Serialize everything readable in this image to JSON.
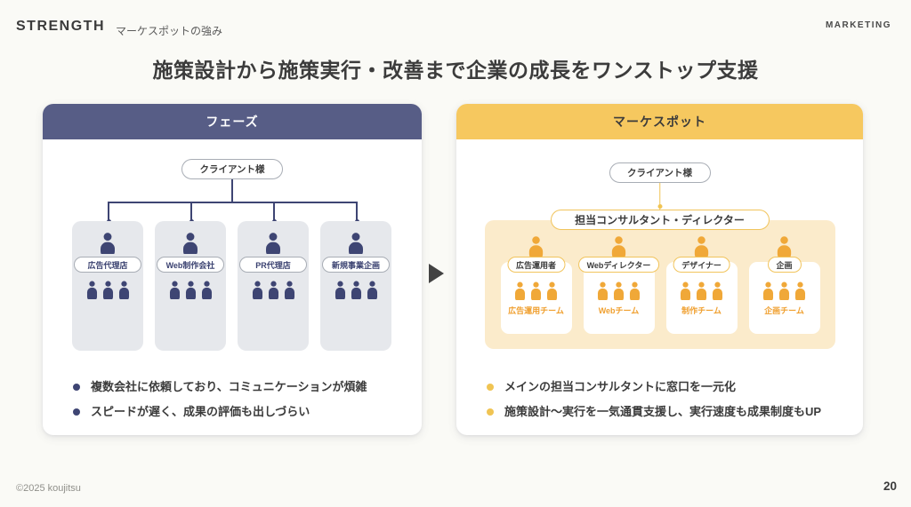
{
  "header": {
    "section_en": "STRENGTH",
    "section_ja": "マーケスポットの強み",
    "brand": "MARKETING"
  },
  "title": "施策設計から施策実行・改善まで企業の成長をワンストップ支援",
  "left_card": {
    "header": "フェーズ",
    "client_label": "クライアント様",
    "columns": [
      {
        "label": "広告代理店"
      },
      {
        "label": "Web制作会社"
      },
      {
        "label": "PR代理店"
      },
      {
        "label": "新規事業企画"
      }
    ],
    "bullets": [
      "複数会社に依頼しており、コミュニケーションが煩雑",
      "スピードが遅く、成果の評価も出しづらい"
    ]
  },
  "right_card": {
    "header": "マーケスポット",
    "client_label": "クライアント様",
    "consultant_label": "担当コンサルタント・ディレクター",
    "columns": [
      {
        "label": "広告運用者",
        "team": "広告運用チーム"
      },
      {
        "label": "Webディレクター",
        "team": "Webチーム"
      },
      {
        "label": "デザイナー",
        "team": "制作チーム"
      },
      {
        "label": "企画",
        "team": "企画チーム"
      }
    ],
    "bullets": [
      "メインの担当コンサルタントに窓口を一元化",
      "施策設計〜実行を一気通貫支援し、実行速度も成果制度もUP"
    ]
  },
  "footer": {
    "copyright": "©2025 koujitsu",
    "page_number": "20"
  },
  "colors": {
    "navy_header": "#575D86",
    "navy": "#3E4573",
    "yellow_header": "#F6C85F",
    "orange": "#F0A838",
    "peach": "#FBEBCB",
    "column_gray": "#E6E8EC",
    "background": "#FAFAF6"
  }
}
